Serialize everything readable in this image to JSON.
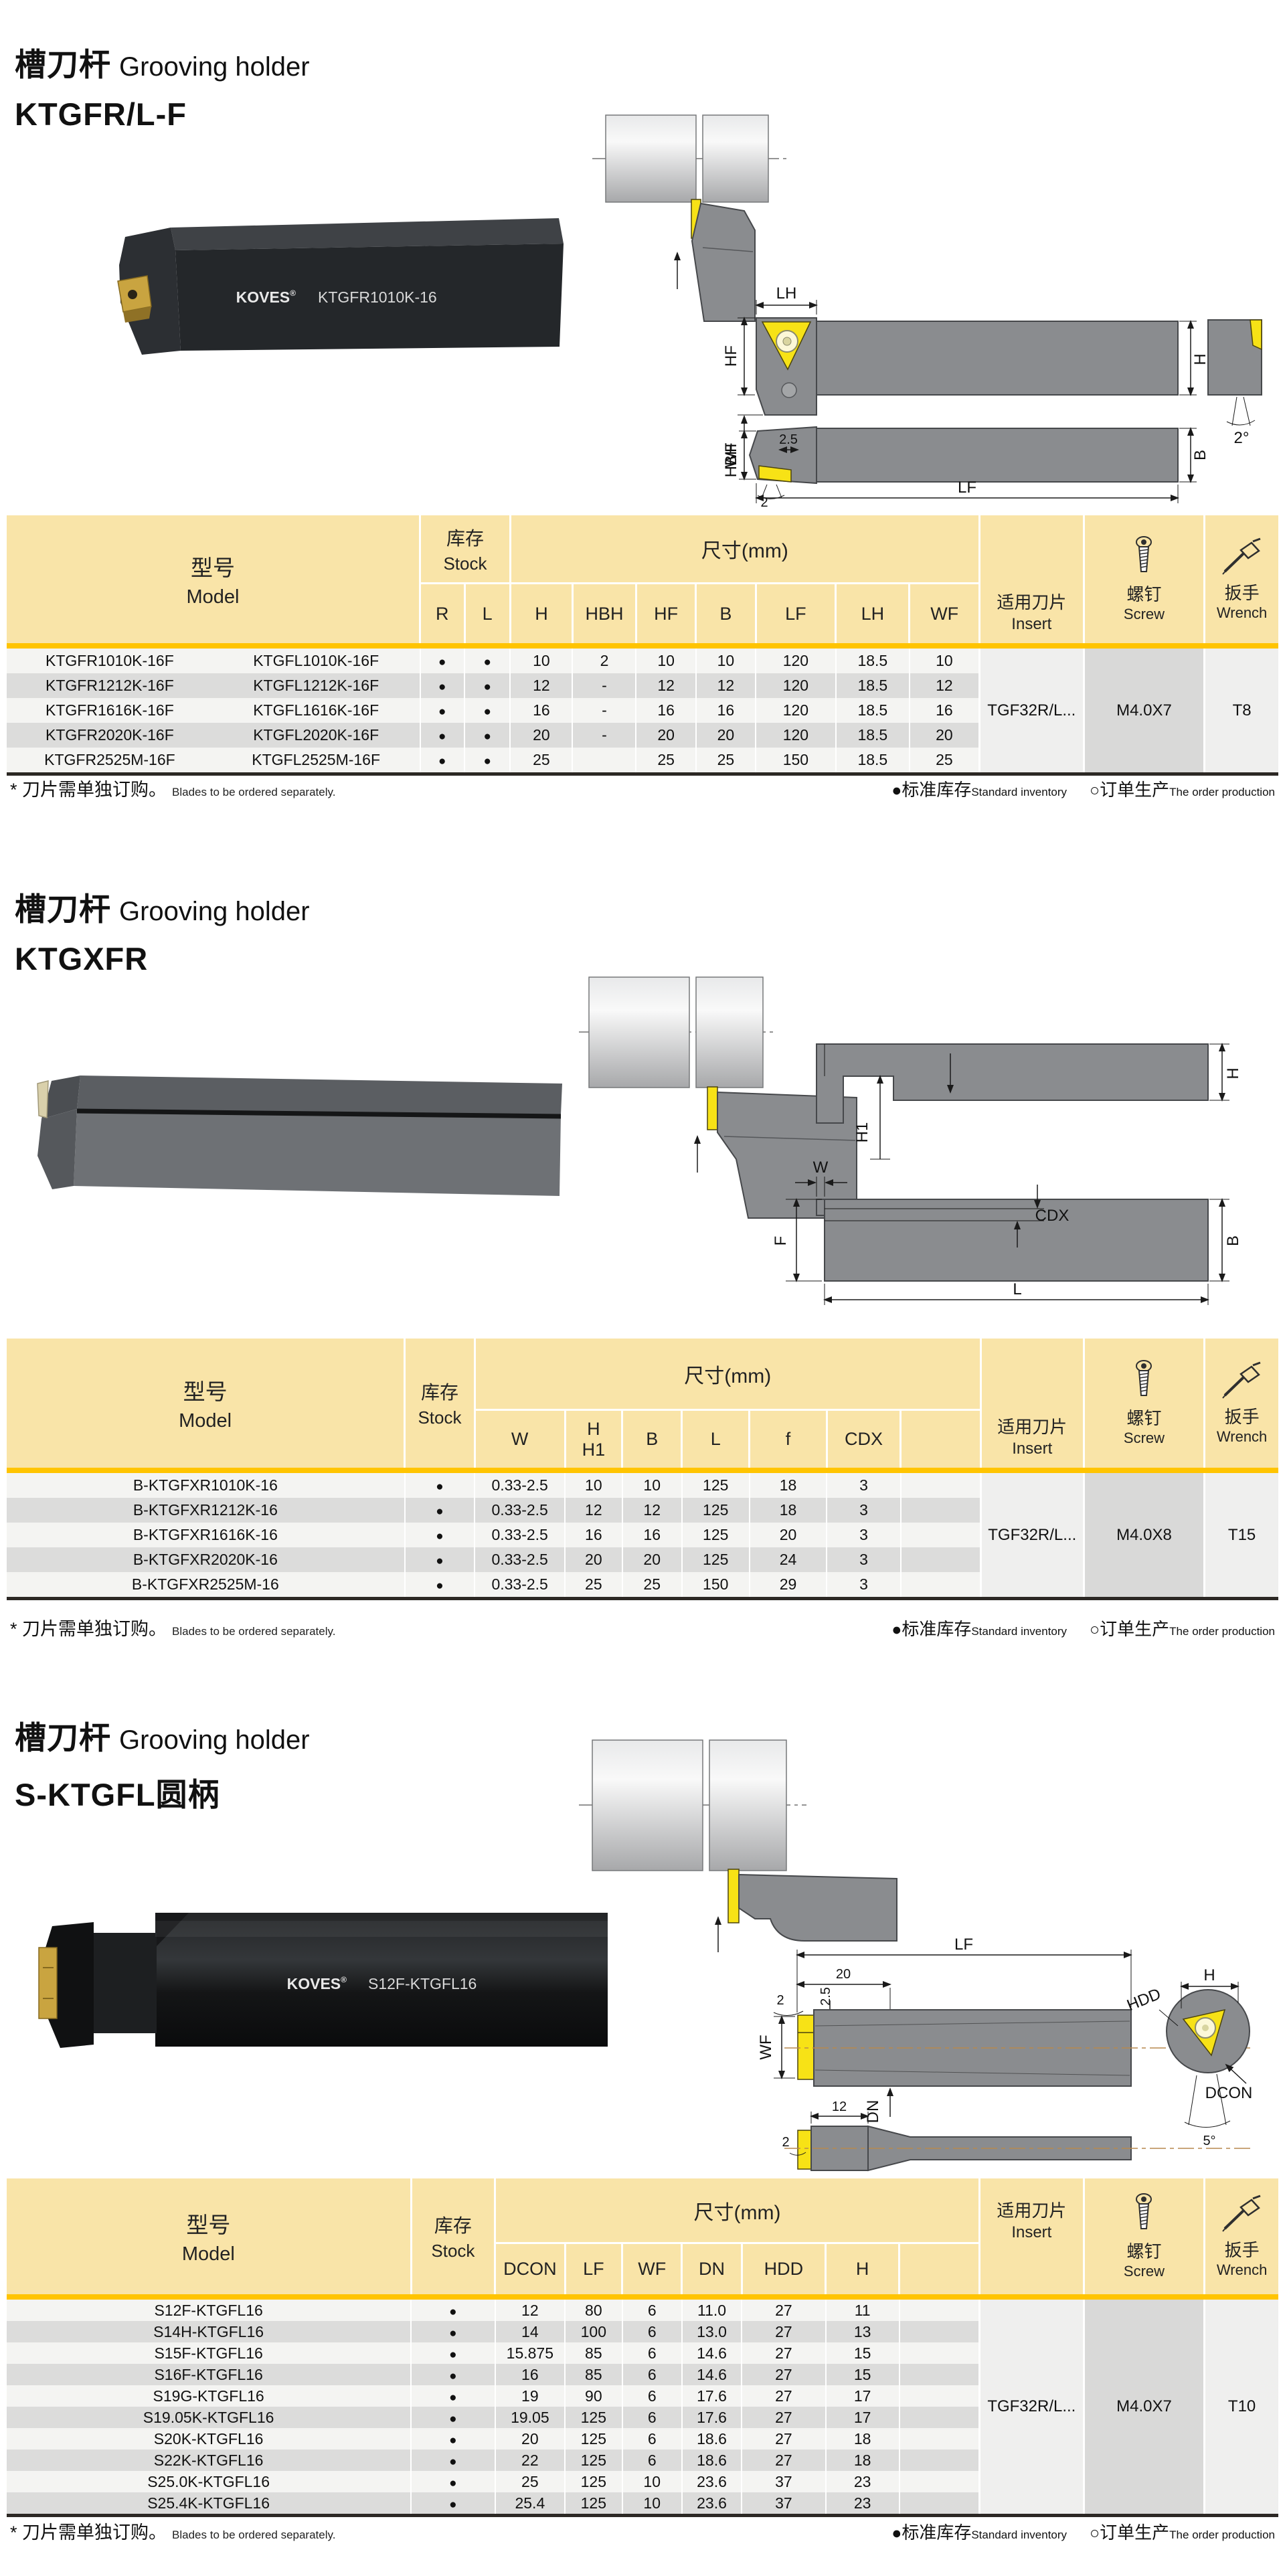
{
  "shared": {
    "model_cn": "型号",
    "model_en": "Model",
    "stock_cn": "库存",
    "stock_en": "Stock",
    "size_label": "尺寸(mm)",
    "insert_cn": "适用刀片",
    "insert_en": "Insert",
    "screw_cn": "螺钉",
    "screw_en": "Screw",
    "wrench_cn": "扳手",
    "wrench_en": "Wrench",
    "footnote_cn": "* 刀片需单独订购。",
    "footnote_en": "Blades to be ordered separately.",
    "legend_filled": "●",
    "legend_open": "○",
    "legend_std_cn": "标准库存",
    "legend_std_en": "Standard inventory",
    "legend_ord_cn": "订单生产",
    "legend_ord_en": "The order production"
  },
  "sections": [
    {
      "title_cn": "槽刀杆",
      "title_en": "Grooving holder",
      "subtitle": "KTGFR/L-F",
      "photo": {
        "brand": "KOVES",
        "reg": "®",
        "label": "KTGFR1010K-16"
      },
      "drawing": {
        "lh": "LH",
        "hf": "HF",
        "hbh": "HBH",
        "h": "H",
        "angle": "2°",
        "wf": "WF",
        "d25": "2.5",
        "d2": "2",
        "b": "B",
        "lf": "LF"
      },
      "table": {
        "sub": [
          "R",
          "L",
          "H",
          "HBH",
          "HF",
          "B",
          "LF",
          "LH",
          "WF"
        ],
        "rows": [
          {
            "models": [
              "KTGFR1010K-16F",
              "KTGFL1010K-16F"
            ],
            "stock": [
              "●",
              "●"
            ],
            "dims": [
              "10",
              "2",
              "10",
              "10",
              "120",
              "18.5",
              "10"
            ]
          },
          {
            "models": [
              "KTGFR1212K-16F",
              "KTGFL1212K-16F"
            ],
            "stock": [
              "●",
              "●"
            ],
            "dims": [
              "12",
              "-",
              "12",
              "12",
              "120",
              "18.5",
              "12"
            ]
          },
          {
            "models": [
              "KTGFR1616K-16F",
              "KTGFL1616K-16F"
            ],
            "stock": [
              "●",
              "●"
            ],
            "dims": [
              "16",
              "-",
              "16",
              "16",
              "120",
              "18.5",
              "16"
            ]
          },
          {
            "models": [
              "KTGFR2020K-16F",
              "KTGFL2020K-16F"
            ],
            "stock": [
              "●",
              "●"
            ],
            "dims": [
              "20",
              "-",
              "20",
              "20",
              "120",
              "18.5",
              "20"
            ]
          },
          {
            "models": [
              "KTGFR2525M-16F",
              "KTGFL2525M-16F"
            ],
            "stock": [
              "●",
              "●"
            ],
            "dims": [
              "25",
              "",
              "25",
              "25",
              "150",
              "18.5",
              "25"
            ]
          }
        ],
        "insert": "TGF32R/L...",
        "screw": "M4.0X7",
        "wrench": "T8"
      }
    },
    {
      "title_cn": "槽刀杆",
      "title_en": "Grooving holder",
      "subtitle": "KTGXFR",
      "drawing": {
        "h": "H",
        "h1": "H1",
        "w": "W",
        "cdx": "CDX",
        "f": "F",
        "b": "B",
        "l": "L"
      },
      "table": {
        "sub": [
          "W",
          "H\nH1",
          "B",
          "L",
          "f",
          "CDX",
          ""
        ],
        "rows": [
          {
            "models": [
              "B-KTGFXR1010K-16"
            ],
            "stock": [
              "●"
            ],
            "dims": [
              "0.33-2.5",
              "10",
              "10",
              "125",
              "18",
              "3",
              ""
            ]
          },
          {
            "models": [
              "B-KTGFXR1212K-16"
            ],
            "stock": [
              "●"
            ],
            "dims": [
              "0.33-2.5",
              "12",
              "12",
              "125",
              "18",
              "3",
              ""
            ]
          },
          {
            "models": [
              "B-KTGFXR1616K-16"
            ],
            "stock": [
              "●"
            ],
            "dims": [
              "0.33-2.5",
              "16",
              "16",
              "125",
              "20",
              "3",
              ""
            ]
          },
          {
            "models": [
              "B-KTGFXR2020K-16"
            ],
            "stock": [
              "●"
            ],
            "dims": [
              "0.33-2.5",
              "20",
              "20",
              "125",
              "24",
              "3",
              ""
            ]
          },
          {
            "models": [
              "B-KTGFXR2525M-16"
            ],
            "stock": [
              "●"
            ],
            "dims": [
              "0.33-2.5",
              "25",
              "25",
              "150",
              "29",
              "3",
              ""
            ]
          }
        ],
        "insert": "TGF32R/L...",
        "screw": "M4.0X8",
        "wrench": "T15"
      }
    },
    {
      "title_cn": "槽刀杆",
      "title_en": "Grooving holder",
      "subtitle": "S-KTGFL圆柄",
      "photo": {
        "brand": "KOVES",
        "reg": "®",
        "label": "S12F-KTGFL16"
      },
      "drawing": {
        "lf": "LF",
        "d20": "20",
        "d2": "2",
        "d25": "2.5",
        "wf": "WF",
        "dn": "DN",
        "d12": "12",
        "h": "H",
        "hdd": "HDD",
        "dcon": "DCON",
        "deg5": "5°"
      },
      "table": {
        "sub": [
          "DCON",
          "LF",
          "WF",
          "DN",
          "HDD",
          "H",
          ""
        ],
        "rows": [
          {
            "models": [
              "S12F-KTGFL16"
            ],
            "stock": [
              "●"
            ],
            "dims": [
              "12",
              "80",
              "6",
              "11.0",
              "27",
              "11",
              ""
            ]
          },
          {
            "models": [
              "S14H-KTGFL16"
            ],
            "stock": [
              "●"
            ],
            "dims": [
              "14",
              "100",
              "6",
              "13.0",
              "27",
              "13",
              ""
            ]
          },
          {
            "models": [
              "S15F-KTGFL16"
            ],
            "stock": [
              "●"
            ],
            "dims": [
              "15.875",
              "85",
              "6",
              "14.6",
              "27",
              "15",
              ""
            ]
          },
          {
            "models": [
              "S16F-KTGFL16"
            ],
            "stock": [
              "●"
            ],
            "dims": [
              "16",
              "85",
              "6",
              "14.6",
              "27",
              "15",
              ""
            ]
          },
          {
            "models": [
              "S19G-KTGFL16"
            ],
            "stock": [
              "●"
            ],
            "dims": [
              "19",
              "90",
              "6",
              "17.6",
              "27",
              "17",
              ""
            ]
          },
          {
            "models": [
              "S19.05K-KTGFL16"
            ],
            "stock": [
              "●"
            ],
            "dims": [
              "19.05",
              "125",
              "6",
              "17.6",
              "27",
              "17",
              ""
            ]
          },
          {
            "models": [
              "S20K-KTGFL16"
            ],
            "stock": [
              "●"
            ],
            "dims": [
              "20",
              "125",
              "6",
              "18.6",
              "27",
              "18",
              ""
            ]
          },
          {
            "models": [
              "S22K-KTGFL16"
            ],
            "stock": [
              "●"
            ],
            "dims": [
              "22",
              "125",
              "6",
              "18.6",
              "27",
              "18",
              ""
            ]
          },
          {
            "models": [
              "S25.0K-KTGFL16"
            ],
            "stock": [
              "●"
            ],
            "dims": [
              "25",
              "125",
              "10",
              "23.6",
              "37",
              "23",
              ""
            ]
          },
          {
            "models": [
              "S25.4K-KTGFL16"
            ],
            "stock": [
              "●"
            ],
            "dims": [
              "25.4",
              "125",
              "10",
              "23.6",
              "37",
              "23",
              ""
            ]
          }
        ],
        "insert": "TGF32R/L...",
        "screw": "M4.0X7",
        "wrench": "T10"
      }
    }
  ]
}
